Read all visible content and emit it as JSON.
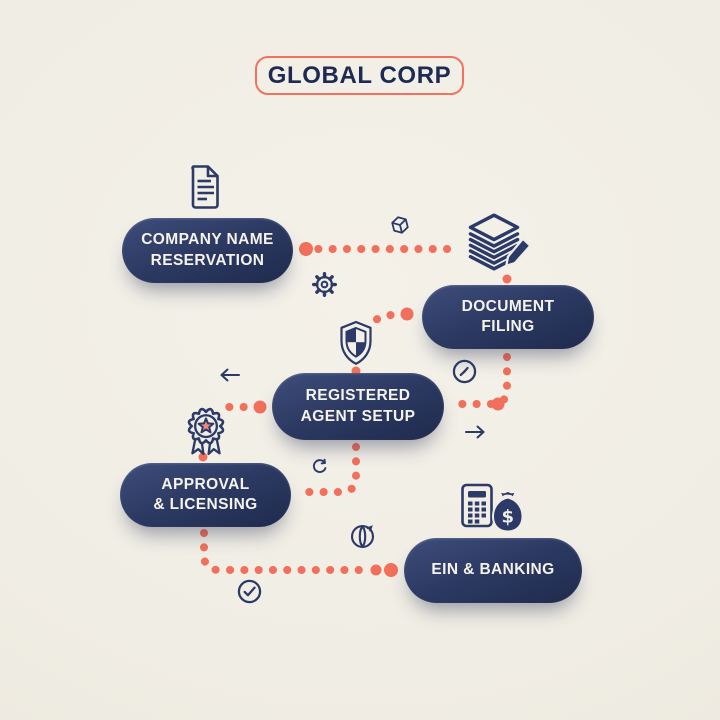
{
  "title": "GLOBAL CORP",
  "colors": {
    "background": "#f0ede4",
    "navy": "#2b3a67",
    "pill_gradient_top": "#3e4d7a",
    "pill_gradient_bottom": "#1f2a4c",
    "pill_text": "#f5f3ec",
    "accent_coral": "#f2705b",
    "title_text": "#1e2a52",
    "title_border": "#f1735e",
    "star_fill": "#ee8a74"
  },
  "steps": [
    {
      "name": "company-name-reservation",
      "lines": [
        "COMPANY NAME",
        "RESERVATION"
      ],
      "icon": "document-icon"
    },
    {
      "name": "document-filing",
      "lines": [
        "DOCUMENT",
        "FILING"
      ],
      "icon": "paper-stack-pencil-icon"
    },
    {
      "name": "registered-agent-setup",
      "lines": [
        "REGISTERED",
        "AGENT SETUP"
      ],
      "icon": "shield-check-icon"
    },
    {
      "name": "approval-licensing",
      "lines": [
        "APPROVAL",
        "& LICENSING"
      ],
      "icon": "award-rosette-icon"
    },
    {
      "name": "ein-banking",
      "lines": [
        "EIN & BANKING"
      ],
      "icon": "calculator-money-bag-icon"
    }
  ],
  "decorative_icons": [
    "cube-icon",
    "gear-icon",
    "clock-icon",
    "arrow-left-icon",
    "arrow-right-icon",
    "refresh-icon",
    "globe-icon",
    "check-circle-icon"
  ]
}
